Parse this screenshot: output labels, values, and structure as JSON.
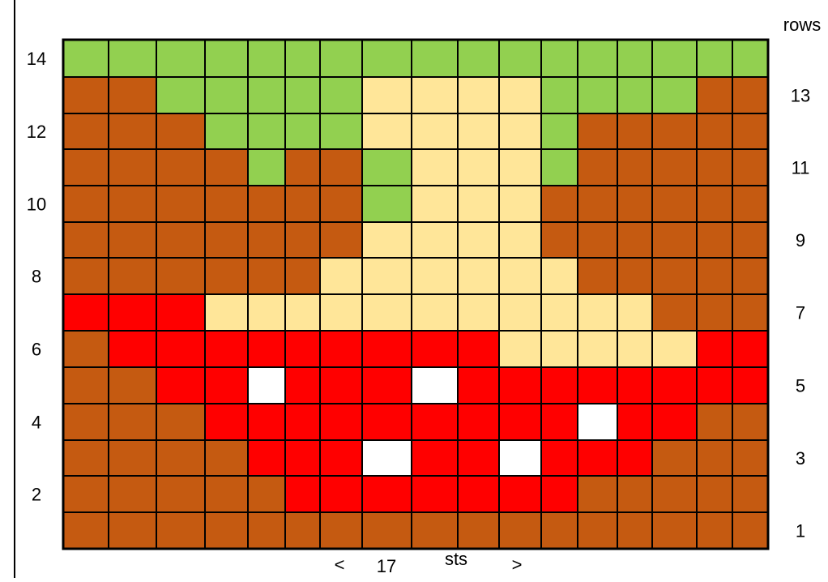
{
  "chart": {
    "type": "knitting-grid",
    "stitch_count": "17",
    "stitch_unit": "sts",
    "stitch_arrow_left": "<",
    "stitch_arrow_right": ">",
    "rows_header": "rows",
    "left_row_labels": [
      "14",
      "12",
      "10",
      "8",
      "6",
      "4",
      "2"
    ],
    "right_row_labels": [
      "13",
      "11",
      "9",
      "7",
      "5",
      "3",
      "1"
    ],
    "palette": {
      "G": "#92D050",
      "B": "#C55A11",
      "Y": "#FFE699",
      "R": "#FF0000",
      "W": "#FFFFFF"
    },
    "grid_line_color": "#000000",
    "grid": [
      "GGGGGGGGGGGGGGGGG",
      "BBGGGGGYYYYGGGGBB",
      "BBBGGGGYYYYGBBBBB",
      "BBBBGBBGYYYGBBBBB",
      "BBBBBBBGYYYBBBBBB",
      "BBBBBBBYYYYBBBBBB",
      "BBBBBBYYYYYYBBBBB",
      "RRRYYYYYYYYYYYBBB",
      "BRRRRRRRRRYYYYYRR",
      "BBRRWRRRWRRRRRRRR",
      "BBBRRRRRRRRRWRRBB",
      "BBBBRRRWRRWRRRBBB",
      "BBBBBRRRRRRRBBBBB",
      "BBBBBBBBBBBBBBBBB"
    ]
  }
}
